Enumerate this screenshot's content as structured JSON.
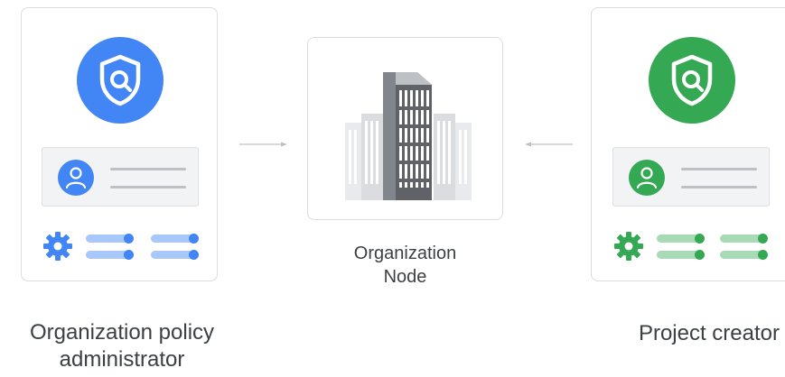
{
  "nodes": {
    "left": {
      "label_line1": "Organization policy",
      "label_line2": "administrator",
      "accent": "#4285f4",
      "accent_light": "#a8c7fa"
    },
    "center": {
      "label_line1": "Organization",
      "label_line2": "Node"
    },
    "right": {
      "label": "Project creator",
      "accent": "#34a853",
      "accent_light": "#a8dab5"
    }
  },
  "icons": {
    "shield": "shield-search-icon",
    "user": "user-icon",
    "settings": "gear-icon",
    "building": "building-icon"
  },
  "edges": [
    {
      "from": "left",
      "to": "center",
      "style": "thin-gray-arrow"
    },
    {
      "from": "right",
      "to": "center",
      "style": "thin-gray-arrow"
    }
  ]
}
